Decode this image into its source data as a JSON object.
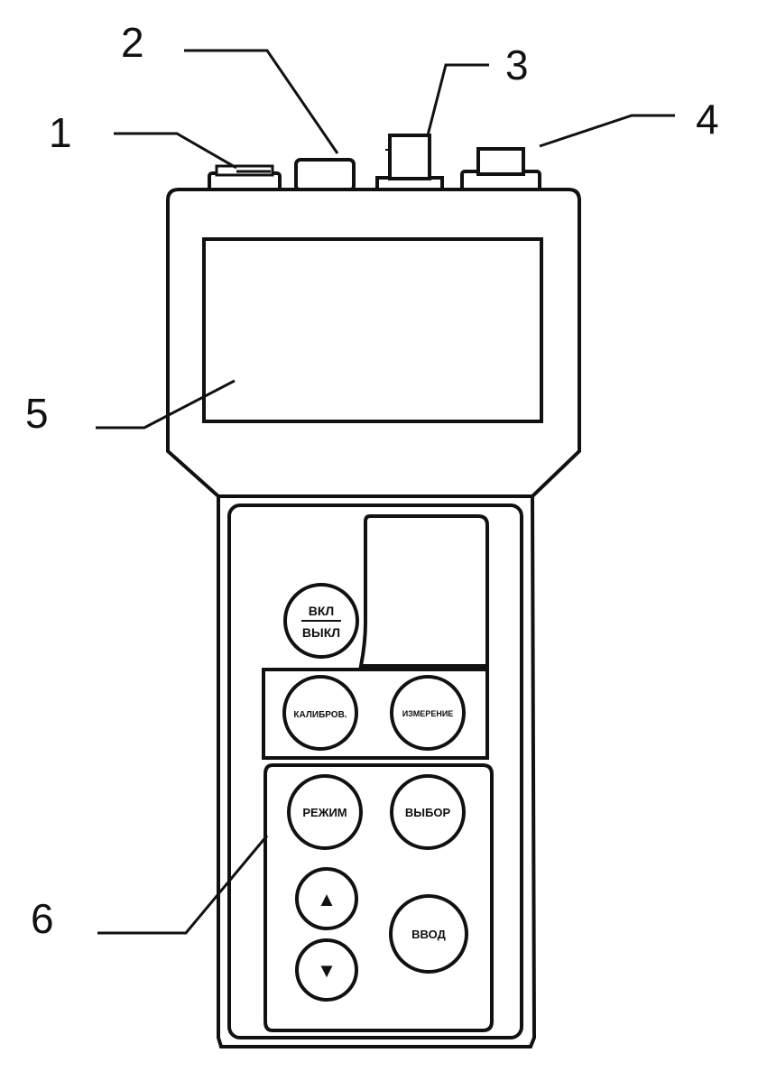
{
  "callouts": [
    {
      "id": "1",
      "label": "1"
    },
    {
      "id": "2",
      "label": "2"
    },
    {
      "id": "3",
      "label": "3"
    },
    {
      "id": "4",
      "label": "4"
    },
    {
      "id": "5",
      "label": "5"
    },
    {
      "id": "6",
      "label": "6"
    }
  ],
  "buttons": {
    "power_top": "ВКЛ",
    "power_bottom": "ВЫКЛ",
    "calibrate": "КАЛИБРОВ.",
    "measure": "ИЗМЕРЕНИЕ",
    "mode": "РЕЖИМ",
    "select": "ВЫБОР",
    "up": "▲",
    "down": "▼",
    "enter": "ВВОД"
  }
}
